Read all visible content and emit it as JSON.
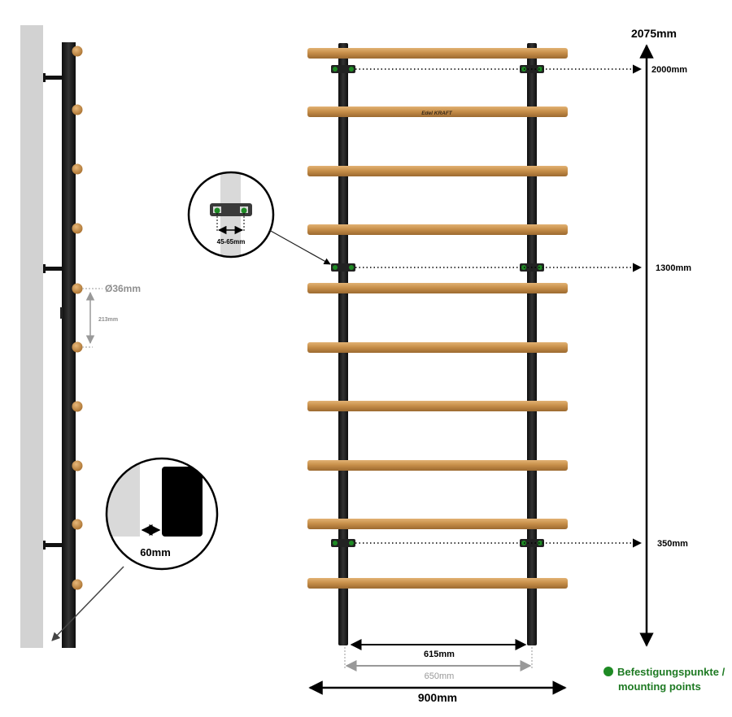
{
  "product": {
    "brand_mark": "Edel KRAFT"
  },
  "dimensions": {
    "total_height": "2075mm",
    "mount_top": "2000mm",
    "mount_middle": "1300mm",
    "mount_bottom": "350mm",
    "bar_diameter": "Ø36mm",
    "bar_spacing": "213mm",
    "wall_distance": "60mm",
    "bracket_range": "45-65mm",
    "inner_width": "615mm",
    "rail_width": "650mm",
    "total_width": "900mm"
  },
  "legend": {
    "line1": "Befestigungspunkte /",
    "line2": "mounting points"
  },
  "colors": {
    "wood": "#c8904a",
    "wood_dark": "#9c6a30",
    "steel": "#1c1c1c",
    "wall": "#d2d2d2",
    "mount_green": "#1e8a24",
    "dim_grey": "#8f8f8f"
  }
}
